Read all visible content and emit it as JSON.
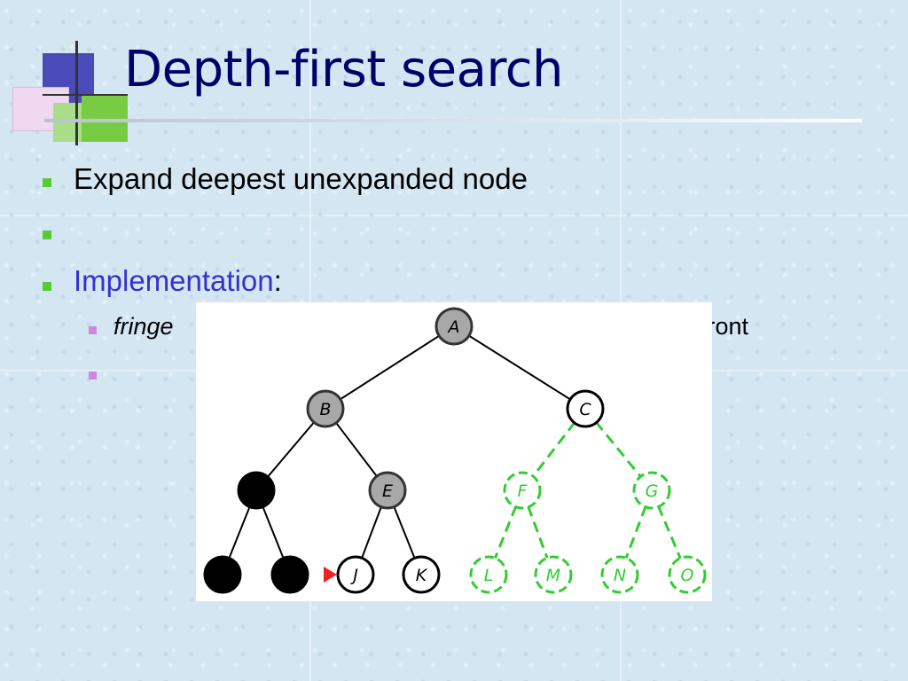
{
  "slide": {
    "title": "Depth-first search",
    "bullets": [
      {
        "text": "Expand deepest unexpanded node"
      },
      {
        "text": ""
      },
      {
        "text": "Implementation",
        "suffix": ":"
      }
    ],
    "sub_bullets": [
      {
        "prefix": "fringe",
        "hidden_gap": "",
        "tail": "front"
      },
      {
        "text": ""
      }
    ],
    "colors": {
      "title": "#00006b",
      "bullet_square": "#55cc33",
      "sub_bullet_square": "#cc88dd",
      "highlight_text": "#3333cc",
      "unexplored": "#33cc33",
      "current_marker": "#ee2222"
    }
  },
  "diagram": {
    "nodes": [
      {
        "id": "A",
        "label": "A",
        "state": "expanded"
      },
      {
        "id": "B",
        "label": "B",
        "state": "expanded"
      },
      {
        "id": "C",
        "label": "C",
        "state": "fringe"
      },
      {
        "id": "D",
        "label": "",
        "state": "discarded"
      },
      {
        "id": "E",
        "label": "E",
        "state": "expanded"
      },
      {
        "id": "F",
        "label": "F",
        "state": "unexplored"
      },
      {
        "id": "G",
        "label": "G",
        "state": "unexplored"
      },
      {
        "id": "H",
        "label": "",
        "state": "discarded"
      },
      {
        "id": "I",
        "label": "",
        "state": "discarded"
      },
      {
        "id": "J",
        "label": "J",
        "state": "current"
      },
      {
        "id": "K",
        "label": "K",
        "state": "fringe"
      },
      {
        "id": "L",
        "label": "L",
        "state": "unexplored"
      },
      {
        "id": "M",
        "label": "M",
        "state": "unexplored"
      },
      {
        "id": "N",
        "label": "N",
        "state": "unexplored"
      },
      {
        "id": "O",
        "label": "O",
        "state": "unexplored"
      }
    ],
    "edges": [
      [
        "A",
        "B"
      ],
      [
        "A",
        "C"
      ],
      [
        "B",
        "D"
      ],
      [
        "B",
        "E"
      ],
      [
        "C",
        "F"
      ],
      [
        "C",
        "G"
      ],
      [
        "D",
        "H"
      ],
      [
        "D",
        "I"
      ],
      [
        "E",
        "J"
      ],
      [
        "E",
        "K"
      ],
      [
        "F",
        "L"
      ],
      [
        "F",
        "M"
      ],
      [
        "G",
        "N"
      ],
      [
        "G",
        "O"
      ]
    ]
  }
}
